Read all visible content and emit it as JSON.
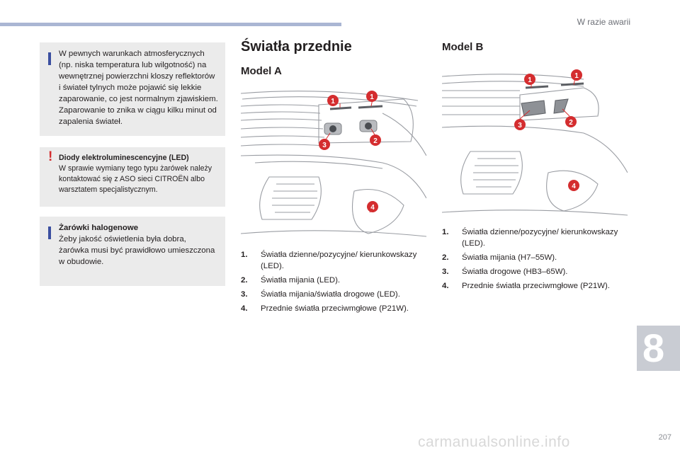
{
  "header": {
    "section_title": "W razie awarii"
  },
  "chapter_tab": "8",
  "page_number": "207",
  "watermark": "carmanualsonline.info",
  "notes": [
    {
      "type": "info",
      "text": "W pewnych warunkach atmosferycznych (np. niska temperatura lub wilgotność) na wewnętrznej powierzchni kloszy reflektorów i świateł tylnych może pojawić się lekkie zaparowanie, co jest normalnym zjawiskiem. Zaparowanie to znika w ciągu kilku minut od zapalenia świateł."
    },
    {
      "type": "warning",
      "title": "Diody elektroluminescencyjne (LED)",
      "text": "W sprawie wymiany tego typu żarówek należy kontaktować się z ASO sieci CITROËN albo warsztatem specjalistycznym."
    },
    {
      "type": "info",
      "title": "Żarówki halogenowe",
      "text": "Żeby jakość oświetlenia była dobra, żarówka musi być prawidłowo umieszczona w obudowie."
    }
  ],
  "main_title": "Światła przednie",
  "model_a": {
    "title": "Model A",
    "callouts": [
      "1",
      "1",
      "2",
      "3",
      "4"
    ],
    "legend": [
      {
        "num": "1.",
        "text": "Światła dzienne/pozycyjne/ kierunkowskazy (LED)."
      },
      {
        "num": "2.",
        "text": "Światła mijania (LED)."
      },
      {
        "num": "3.",
        "text": "Światła mijania/światła drogowe (LED)."
      },
      {
        "num": "4.",
        "text": "Przednie światła przeciwmgłowe (P21W)."
      }
    ]
  },
  "model_b": {
    "title": "Model B",
    "callouts": [
      "1",
      "1",
      "2",
      "3",
      "4"
    ],
    "legend": [
      {
        "num": "1.",
        "text": "Światła dzienne/pozycyjne/ kierunkowskazy (LED)."
      },
      {
        "num": "2.",
        "text": "Światła mijania (H7–55W)."
      },
      {
        "num": "3.",
        "text": "Światła drogowe (HB3–65W)."
      },
      {
        "num": "4.",
        "text": "Przednie światła przeciwmgłowe (P21W)."
      }
    ]
  },
  "colors": {
    "accent_blue": "#3b4fa0",
    "callout_red": "#d42d2f",
    "note_bg": "#ebebeb",
    "top_bar": "#aab6d3"
  }
}
